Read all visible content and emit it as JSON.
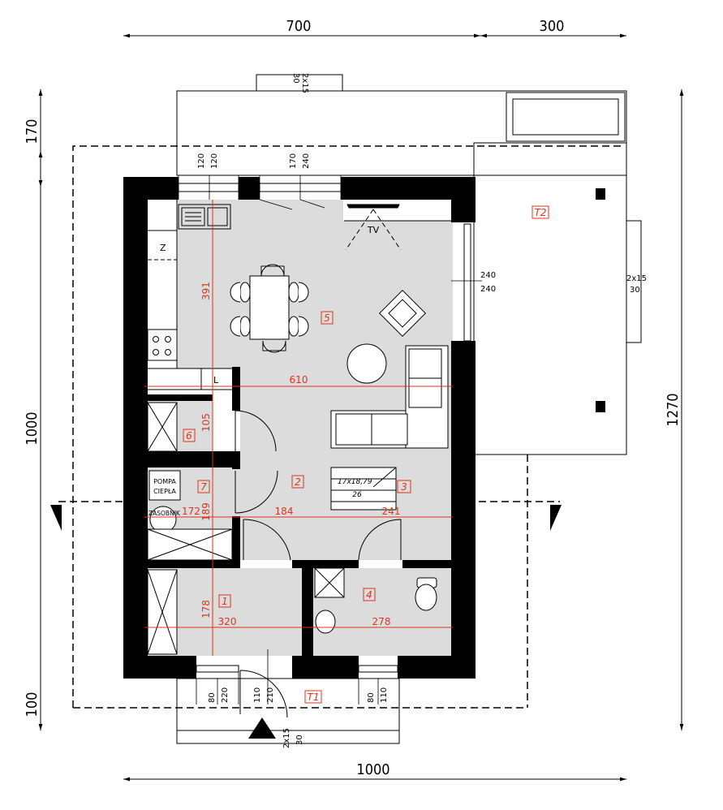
{
  "dimensions": {
    "top_left": "700",
    "top_right": "300",
    "bottom": "1000",
    "left_top": "170",
    "left_mid": "1000",
    "left_bottom": "100",
    "right": "1270"
  },
  "small_dims": {
    "top_window_a1": "120",
    "top_window_a2": "120",
    "top_window_b1": "170",
    "top_window_b2": "240",
    "step_top": "2x15",
    "step_top_b": "30",
    "step_right": "2x15",
    "step_right_b": "30",
    "step_bottom": "2x15",
    "step_bottom_b": "30",
    "right_window_a": "240",
    "right_window_b": "240",
    "bottom_w1a": "80",
    "bottom_w1b": "220",
    "bottom_door_a": "110",
    "bottom_door_b": "210",
    "bottom_w2a": "80",
    "bottom_w2b": "110"
  },
  "red_dims": {
    "living_height": "391",
    "living_width": "610",
    "room6_height": "105",
    "room7_w": "172",
    "room7_h": "189",
    "hall_w": "184",
    "stair_w": "241",
    "room1_h": "178",
    "room1_w": "320",
    "room4_w": "278"
  },
  "rooms": {
    "r1": "1",
    "r2": "2",
    "r3": "3",
    "r4": "4",
    "r5": "5",
    "r6": "6",
    "r7": "7",
    "t1": "T1",
    "t2": "T2"
  },
  "labels": {
    "tv": "TV",
    "z": "Z",
    "l": "L",
    "pompa1": "POMPA",
    "pompa2": "CIEPŁA",
    "zasobnik": "ZASOBNIK",
    "stairs1": "17x18,79",
    "stairs2": "26"
  }
}
